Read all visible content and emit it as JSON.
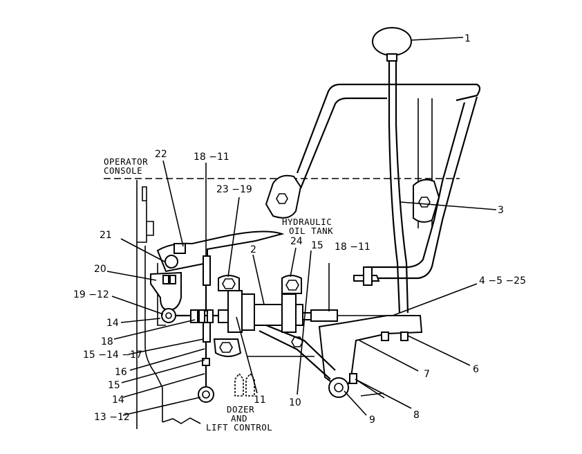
{
  "captions": {
    "operator_console": [
      "OPERATOR",
      "CONSOLE"
    ],
    "hydraulic_oil_tank": [
      "HYDRAULIC",
      "OIL TANK"
    ],
    "dozer_lift_control": [
      "DOZER",
      "AND",
      "LIFT CONTROL"
    ]
  },
  "callouts": {
    "c1": "1",
    "c2": "2",
    "c3": "3",
    "c4_5_25": "4 −5 −25",
    "c6": "6",
    "c7": "7",
    "c8": "8",
    "c9": "9",
    "c10": "10",
    "c11": "11",
    "c13_12": "13 −12",
    "c14a": "14",
    "c14b": "14",
    "c15a": "15",
    "c15b": "15",
    "c15_14_17": "15 −14 −17",
    "c16": "16",
    "c18": "18",
    "c18_11a": "18 −11",
    "c18_11b": "18 −11",
    "c19_12": "19 −12",
    "c20": "20",
    "c21": "21",
    "c22": "22",
    "c23_19": "23 −19",
    "c24": "24"
  }
}
